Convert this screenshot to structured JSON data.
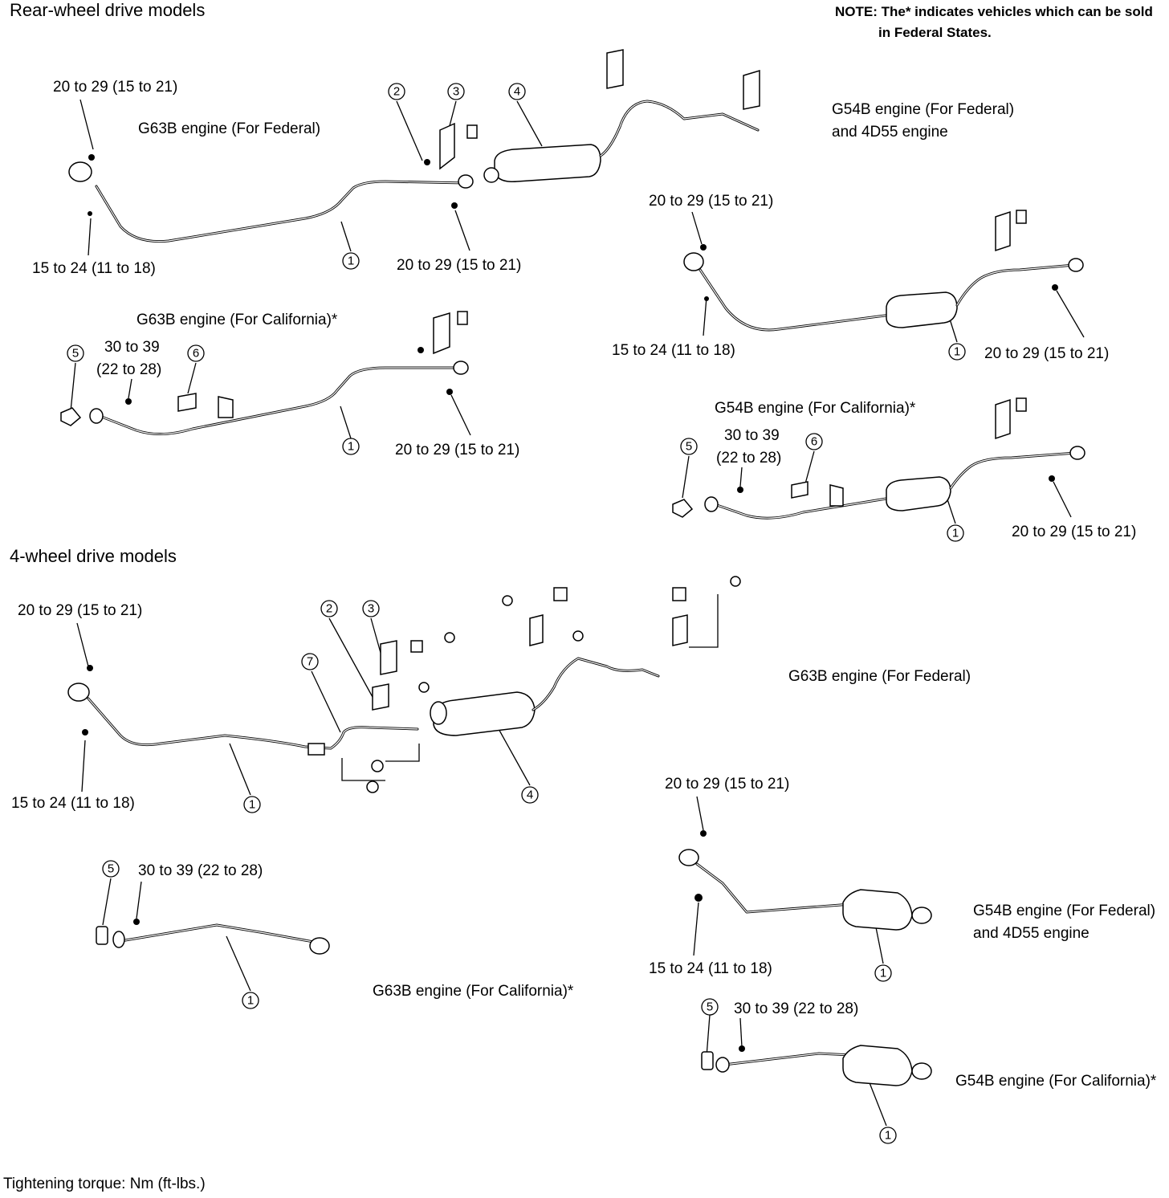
{
  "headings": {
    "rwd": "Rear-wheel drive models",
    "fwd4": "4-wheel drive models",
    "footer": "Tightening torque: Nm (ft-lbs.)"
  },
  "note": {
    "line1": "NOTE: The* indicates vehicles which can be sold",
    "line2": "in Federal States."
  },
  "engines": {
    "g63b_fed": "G63B engine (For Federal)",
    "g63b_cal": "G63B engine (For California)*",
    "g54b_fed_1": "G54B engine (For Federal)",
    "g54b_fed_2": "and 4D55 engine",
    "g54b_cal": "G54B engine (For California)*"
  },
  "torques": {
    "t20_29": "20 to 29 (15 to 21)",
    "t15_24": "15 to 24 (11 to 18)",
    "t30_39": "30 to 39 (22 to 28)",
    "t30_39_a": "30 to 39",
    "t30_39_b": "(22 to 28)"
  },
  "parts": {
    "p1": "1",
    "p2": "2",
    "p3": "3",
    "p4": "4",
    "p5": "5",
    "p6": "6",
    "p7": "7"
  }
}
